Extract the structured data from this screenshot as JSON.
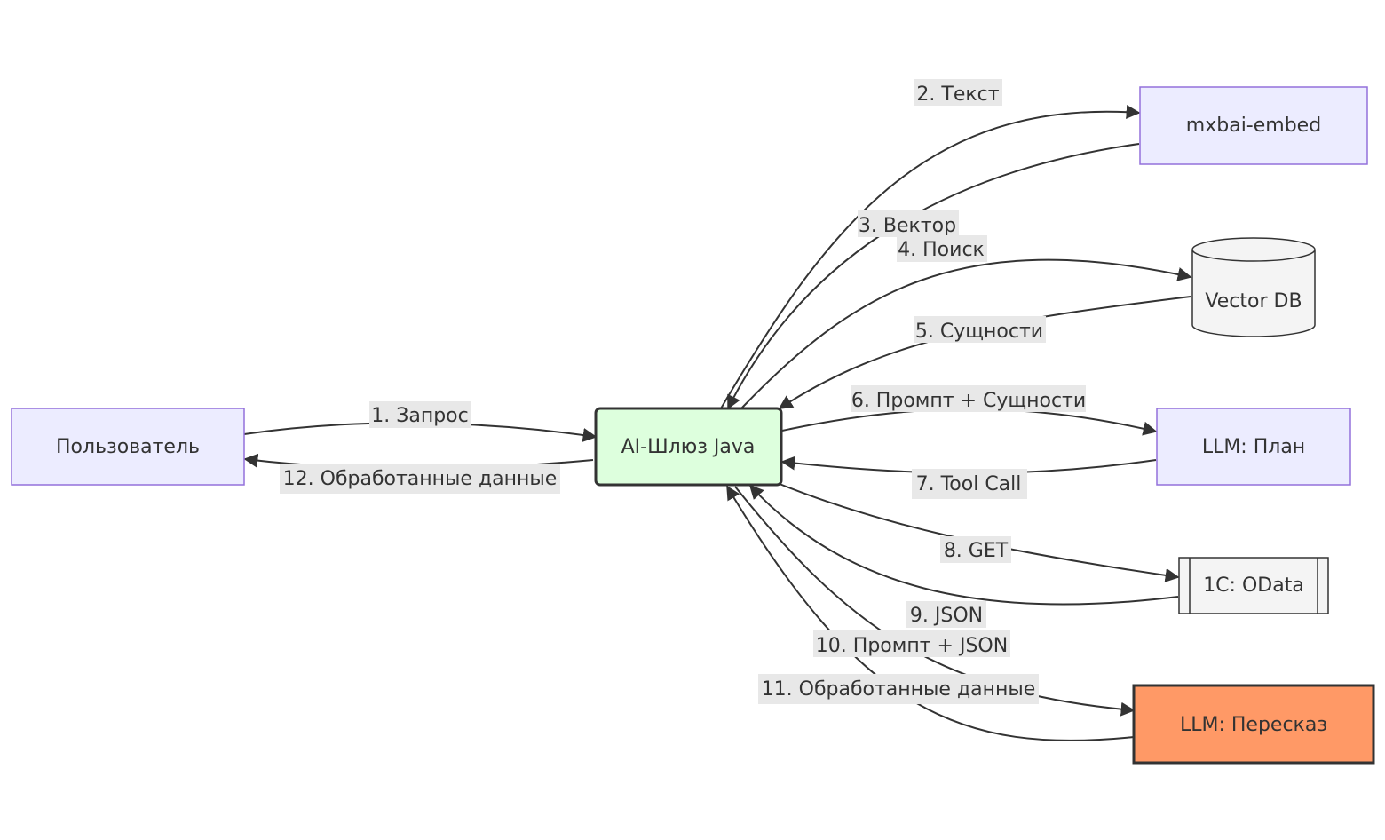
{
  "nodes": {
    "user": "Пользователь",
    "gateway": "AI-Шлюз Java",
    "embed": "mxbai-embed",
    "vectordb": "Vector DB",
    "plan": "LLM: План",
    "odata": "1C: OData",
    "retell": "LLM: Пересказ"
  },
  "edges": {
    "e1": "1. Запрос",
    "e2": "2. Текст",
    "e3": "3. Вектор",
    "e4": "4. Поиск",
    "e5": "5. Сущности",
    "e6": "6. Промпт + Сущности",
    "e7": "7. Tool Call",
    "e8": "8. GET",
    "e9": "9. JSON",
    "e10": "10. Промпт + JSON",
    "e11": "11. Обработанные данные",
    "e12": "12. Обработанные данные"
  },
  "colors": {
    "default_fill": "#ECECFF",
    "default_stroke": "#9370DB",
    "gateway_fill": "#DDFFDD",
    "gateway_stroke": "#333333",
    "retell_fill": "#FF9966",
    "retell_stroke": "#333333",
    "store_fill": "#F4F4F4",
    "edge": "#333333",
    "label_bg": "#E8E8E8"
  }
}
